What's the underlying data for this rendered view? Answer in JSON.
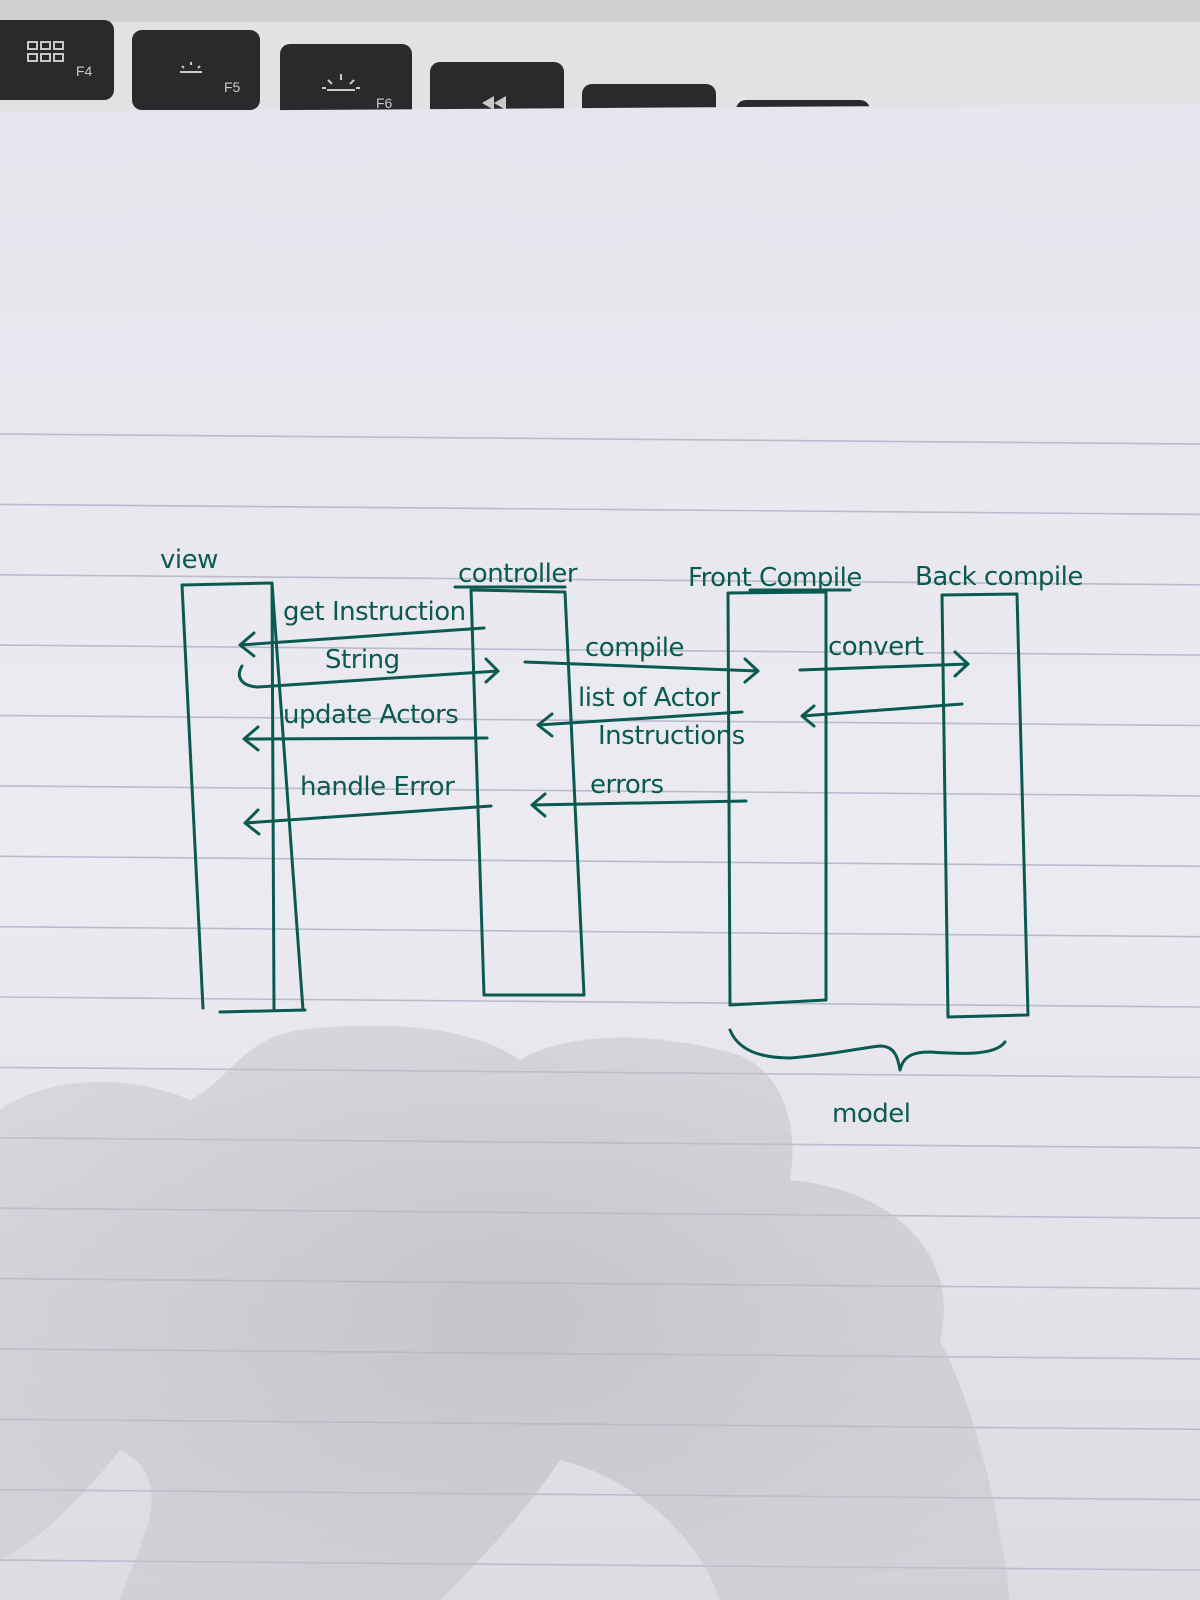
{
  "keyboard": {
    "keys": [
      {
        "label": "F4",
        "icon": "mission-control-icon"
      },
      {
        "label": "F5",
        "icon": "keyboard-backlight-down-icon"
      },
      {
        "label": "F6",
        "icon": "keyboard-backlight-up-icon"
      },
      {
        "label": "",
        "icon": "rewind-icon"
      },
      {
        "label": "",
        "icon": ""
      },
      {
        "label": "",
        "icon": ""
      }
    ]
  },
  "diagram": {
    "lifelines": {
      "view": "view",
      "controller": "controller",
      "front_compile": "Front Compile",
      "back_compile": "Back compile"
    },
    "messages": {
      "get_instruction": "get Instruction",
      "string": "String",
      "update_actors": "update Actors",
      "handle_error": "handle Error",
      "compile": "compile",
      "list_of_actor": "list of Actor",
      "instructions": "Instructions",
      "errors": "errors",
      "convert": "convert"
    },
    "group_label": "model"
  },
  "colors": {
    "ink": "#0b5a52",
    "paper": "#ebe9f0",
    "rule_line": "#b9bccd",
    "keyboard_body": "#e3e3e3",
    "key": "#2b2b2b"
  }
}
